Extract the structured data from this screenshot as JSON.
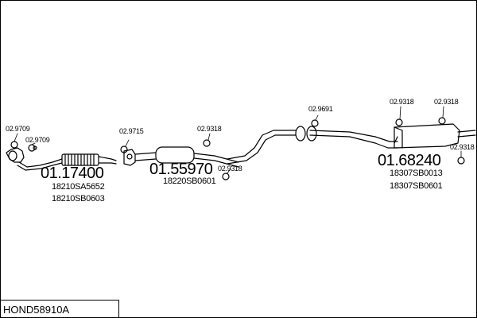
{
  "title": "HOND58910A",
  "sections": [
    {
      "number": "01.17400",
      "refs": [
        "18210SA5652",
        "18210SB0603"
      ]
    },
    {
      "number": "01.55970",
      "refs": [
        "18220SB0601"
      ]
    },
    {
      "number": "01.68240",
      "refs": [
        "18307SB0013",
        "18307SB0601"
      ]
    }
  ],
  "fittings": [
    "02.9709",
    "02.9709",
    "02.9715",
    "02.9318",
    "02.9318",
    "02.9691",
    "02.9318",
    "02.9318",
    "02.9318"
  ]
}
